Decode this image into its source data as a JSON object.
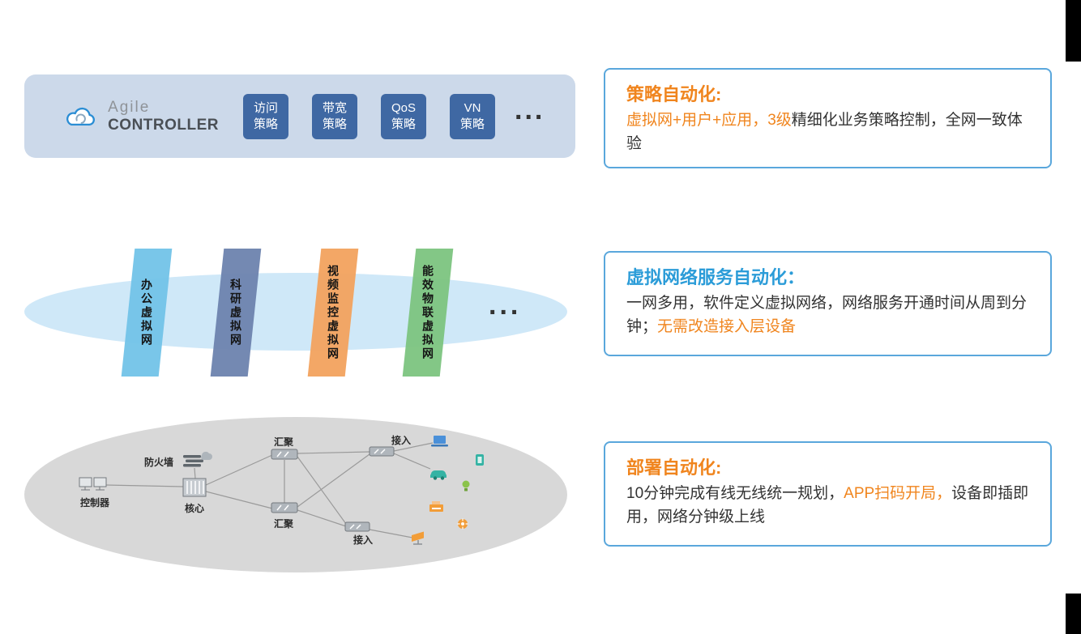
{
  "palette": {
    "accent_orange": "#f0851e",
    "accent_blue": "#2b9cd8",
    "box_border_blue": "#5aa7dc",
    "controller_bar_bg": "#ccd9ea",
    "badge_blue": "#3f68a3",
    "vn_ellipse_bg": "#cfe8f8",
    "physical_ellipse_bg": "#d8d8d8",
    "panel_office": "#72c3e8",
    "panel_research": "#6d83ae",
    "panel_video": "#f2a25e",
    "panel_energy_iot": "#7cc47f"
  },
  "controller": {
    "brand_line1": "Agile",
    "brand_line2": "CONTROLLER",
    "badges": [
      {
        "id": "access-policy",
        "lines": [
          "访问",
          "策略"
        ]
      },
      {
        "id": "bandwidth-policy",
        "lines": [
          "带宽",
          "策略"
        ]
      },
      {
        "id": "qos-policy",
        "lines": [
          "QoS",
          "策略"
        ]
      },
      {
        "id": "vn-policy",
        "lines": [
          "VN",
          "策略"
        ]
      }
    ],
    "more_dots": "..."
  },
  "virtual_networks": {
    "panels": [
      {
        "id": "office",
        "label": "办公虚拟网",
        "lines": [
          "办公虚拟网"
        ]
      },
      {
        "id": "research",
        "label": "科研虚拟网",
        "lines": [
          "科研虚拟网"
        ]
      },
      {
        "id": "video",
        "label": "视频监控虚拟网",
        "lines": [
          "视频监控",
          "虚拟网"
        ]
      },
      {
        "id": "energy-iot",
        "label": "能效物联虚拟网",
        "lines": [
          "能效物联",
          "虚拟网"
        ]
      }
    ],
    "more_dots": "..."
  },
  "topology": {
    "labels": {
      "firewall": "防火墙",
      "controller": "控制器",
      "core": "核心",
      "agg_top": "汇聚",
      "agg_bottom": "汇聚",
      "access_top": "接入",
      "access_bottom": "接入"
    }
  },
  "boxes": [
    {
      "id": "policy-automation",
      "title": "策略自动化:",
      "title_color": "#f0851e",
      "segments": [
        {
          "text": "虚拟网+用户+应用，3级",
          "color": "#f0851e"
        },
        {
          "text": "精细化业务策略控制，全网一致体验",
          "color": "#333333"
        }
      ]
    },
    {
      "id": "vn-service-automation",
      "title": "虚拟网络服务自动化：",
      "title_color": "#2b9cd8",
      "segments": [
        {
          "text": "一网多用，软件定义虚拟网络，网络服务开通时间从周到分钟；",
          "color": "#333333"
        },
        {
          "text": "无需改造接入层设备",
          "color": "#f0851e"
        }
      ]
    },
    {
      "id": "deployment-automation",
      "title": "部署自动化:",
      "title_color": "#f0851e",
      "segments": [
        {
          "text": "10分钟完成有线无线统一规划，",
          "color": "#333333"
        },
        {
          "text": "APP扫码开局，",
          "color": "#f0851e"
        },
        {
          "text": "设备即插即用，网络分钟级上线",
          "color": "#333333"
        }
      ]
    }
  ]
}
